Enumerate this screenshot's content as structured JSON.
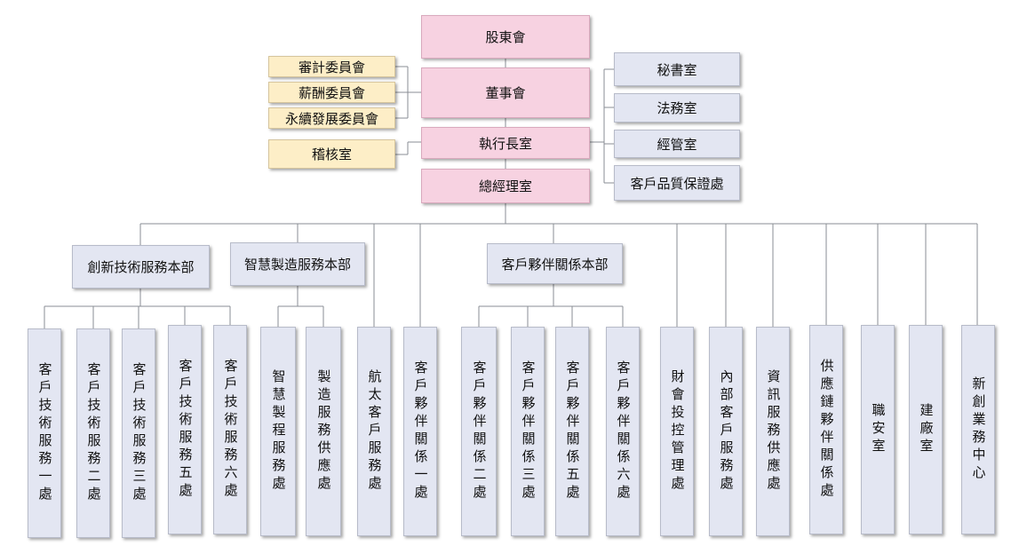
{
  "top": {
    "shareholders": "股東會",
    "board": "董事會",
    "ceo_office": "執行長室",
    "gm_office": "總經理室"
  },
  "committees": {
    "audit": "審計委員會",
    "compensation": "薪酬委員會",
    "sustainability": "永續發展委員會",
    "internal_audit": "稽核室"
  },
  "staff": {
    "secretary": "秘書室",
    "legal": "法務室",
    "management": "經管室",
    "quality": "客戶品質保證處"
  },
  "divisions": {
    "innovation": "創新技術服務本部",
    "smart_mfg": "智慧製造服務本部",
    "partner": "客戶夥伴關係本部"
  },
  "units": {
    "cts1": "客戶技術服務一處",
    "cts2": "客戶技術服務二處",
    "cts3": "客戶技術服務三處",
    "cts5": "客戶技術服務五處",
    "cts6": "客戶技術服務六處",
    "smart_process": "智慧製程服務處",
    "mfg_supply": "製造服務供應處",
    "aerospace": "航太客戶服務處",
    "cp1": "客戶夥伴關係一處",
    "cp2": "客戶夥伴關係二處",
    "cp3": "客戶夥伴關係三處",
    "cp5": "客戶夥伴關係五處",
    "cp6": "客戶夥伴關係六處",
    "finance": "財會投控管理處",
    "internal_cs": "內部客戶服務處",
    "it_supply": "資訊服務供應處",
    "supply_chain": "供應鏈夥伴關係處",
    "safety": "職安室",
    "construction": "建廠室",
    "new_biz": "新創業務中心"
  }
}
